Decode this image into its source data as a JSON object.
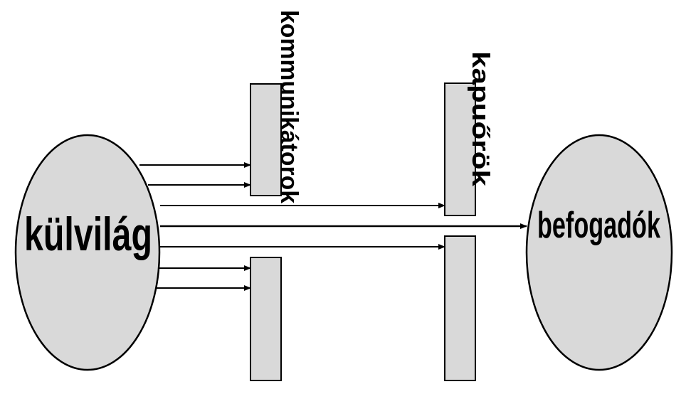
{
  "nodes": {
    "source": "külvilág",
    "target": "befogadók"
  },
  "barriers": {
    "communicators": "kommunikátorok",
    "gatekeepers": "kapuőrök"
  },
  "colors": {
    "fill": "#d9d9d9",
    "stroke": "#000000"
  }
}
